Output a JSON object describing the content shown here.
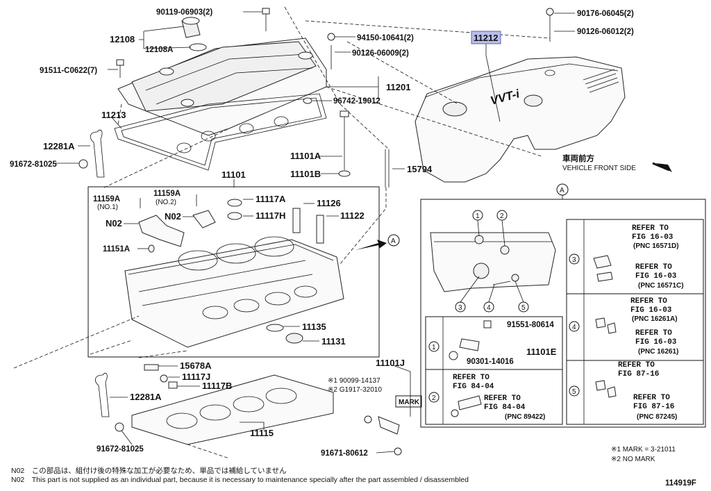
{
  "title_code": "11212",
  "figure_id": "114919F",
  "callouts": {
    "p90119": "90119-06903(2)",
    "p12108": "12108",
    "p12108A": "12108A",
    "p91511": "91511-C0622(7)",
    "p94150": "94150-10641(2)",
    "p90126a": "90126-06009(2)",
    "p11201": "11201",
    "p96742": "96742-19012",
    "p11213": "11213",
    "p12281A_top": "12281A",
    "p91672_top": "91672-81025",
    "p11101A": "11101A",
    "p11101B": "11101B",
    "p15794": "15794",
    "p90176": "90176-06045(2)",
    "p90126b": "90126-06012(2)",
    "p11101": "11101",
    "p11159A_1": "11159A",
    "p11159A_1_note": "(NO.1)",
    "p11159A_2": "11159A",
    "p11159A_2_note": "(NO.2)",
    "p11117A": "11117A",
    "p11117H": "11117H",
    "p11126": "11126",
    "p11122": "11122",
    "pN02": "N02",
    "pN02b": "N02",
    "p11151A": "11151A",
    "p11135": "11135",
    "p11131": "11131",
    "p15678A": "15678A",
    "p11117J": "11117J",
    "p11117B": "11117B",
    "p12281A_bot": "12281A",
    "p11115": "11115",
    "p91672_bot": "91672-81025",
    "p11101J": "11101J",
    "p90099": "※1 90099-14137",
    "p1917": "※2 G1917-32010",
    "mark_label": "MARK",
    "p91671": "91671-80612",
    "p91551": "91551-80614",
    "p11101E": "11101E",
    "p90301": "90301-14016",
    "front_jp": "車両前方",
    "front_en": "VEHICLE FRONT SIDE",
    "cover_text": "VVT-i",
    "view_a": "A"
  },
  "circle_labels": [
    "1",
    "2",
    "3",
    "4",
    "5"
  ],
  "refer": {
    "r3a": [
      "REFER TO",
      "FIG 16-03",
      "(PNC 16571D)"
    ],
    "r3b": [
      "REFER TO",
      "FIG 16-03",
      "(PNC 16571C)"
    ],
    "r4a": [
      "REFER TO",
      "FIG 16-03",
      "(PNC 16261A)"
    ],
    "r4b": [
      "REFER TO",
      "FIG 16-03",
      "(PNC 16261)"
    ],
    "r5a": [
      "REFER TO",
      "FIG 87-16"
    ],
    "r5b": [
      "REFER TO",
      "FIG 87-16",
      "(PNC 87245)"
    ],
    "r2a": [
      "REFER TO",
      "FIG 84-04"
    ],
    "r2b": [
      "REFER TO",
      "FIG 84-04",
      "(PNC 89422)"
    ]
  },
  "mark_notes": [
    "※1 MARK = 3-21011",
    "※2 NO MARK"
  ],
  "footnotes": [
    "N02　この部品は、組付け後の特殊な加工が必要なため、単品では補給していません",
    "N02　This part is not supplied as an individual part, because it is necessary to maintenance specially after the part assembled / disassembled"
  ]
}
